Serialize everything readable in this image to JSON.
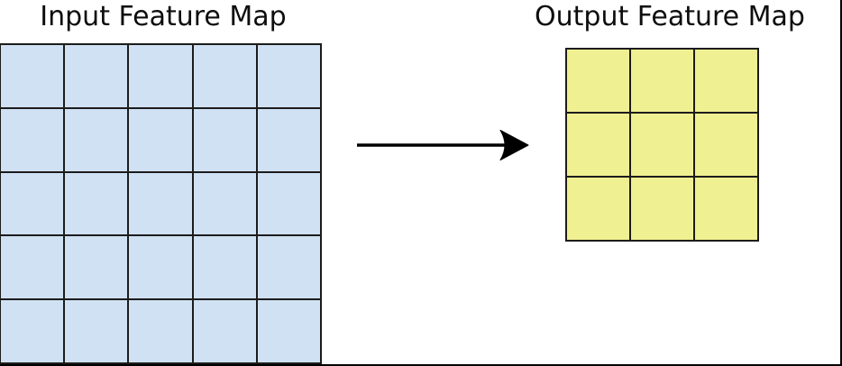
{
  "diagram": {
    "input": {
      "title": "Input Feature Map",
      "rows": 5,
      "cols": 5,
      "cell_color": "#cfe1f2",
      "line_color": "#1c1c1c"
    },
    "output": {
      "title": "Output Feature Map",
      "rows": 3,
      "cols": 3,
      "cell_color": "#eff091",
      "line_color": "#1c1c1c"
    },
    "arrow": {
      "direction": "right",
      "color": "#000000"
    },
    "frame": {
      "border_color": "#000000",
      "background_color": "#ffffff"
    }
  }
}
